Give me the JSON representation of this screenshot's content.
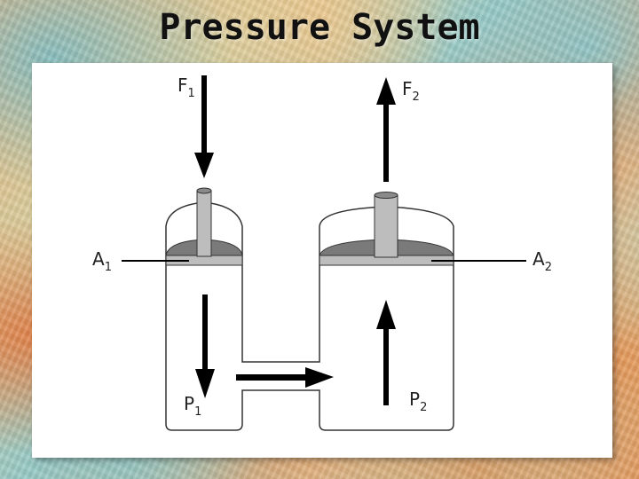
{
  "title": "Pressure System",
  "labels": {
    "force_in": {
      "main": "F",
      "sub": "1"
    },
    "force_out": {
      "main": "F",
      "sub": "2"
    },
    "area_small": {
      "main": "A",
      "sub": "1"
    },
    "area_large": {
      "main": "A",
      "sub": "2"
    },
    "pressure_small": {
      "main": "P",
      "sub": "1"
    },
    "pressure_large": {
      "main": "P",
      "sub": "2"
    }
  },
  "colors": {
    "outline": "#333333",
    "piston_light": "#bdbdbd",
    "piston_dark": "#7a7a7a",
    "arrow": "#000000"
  }
}
